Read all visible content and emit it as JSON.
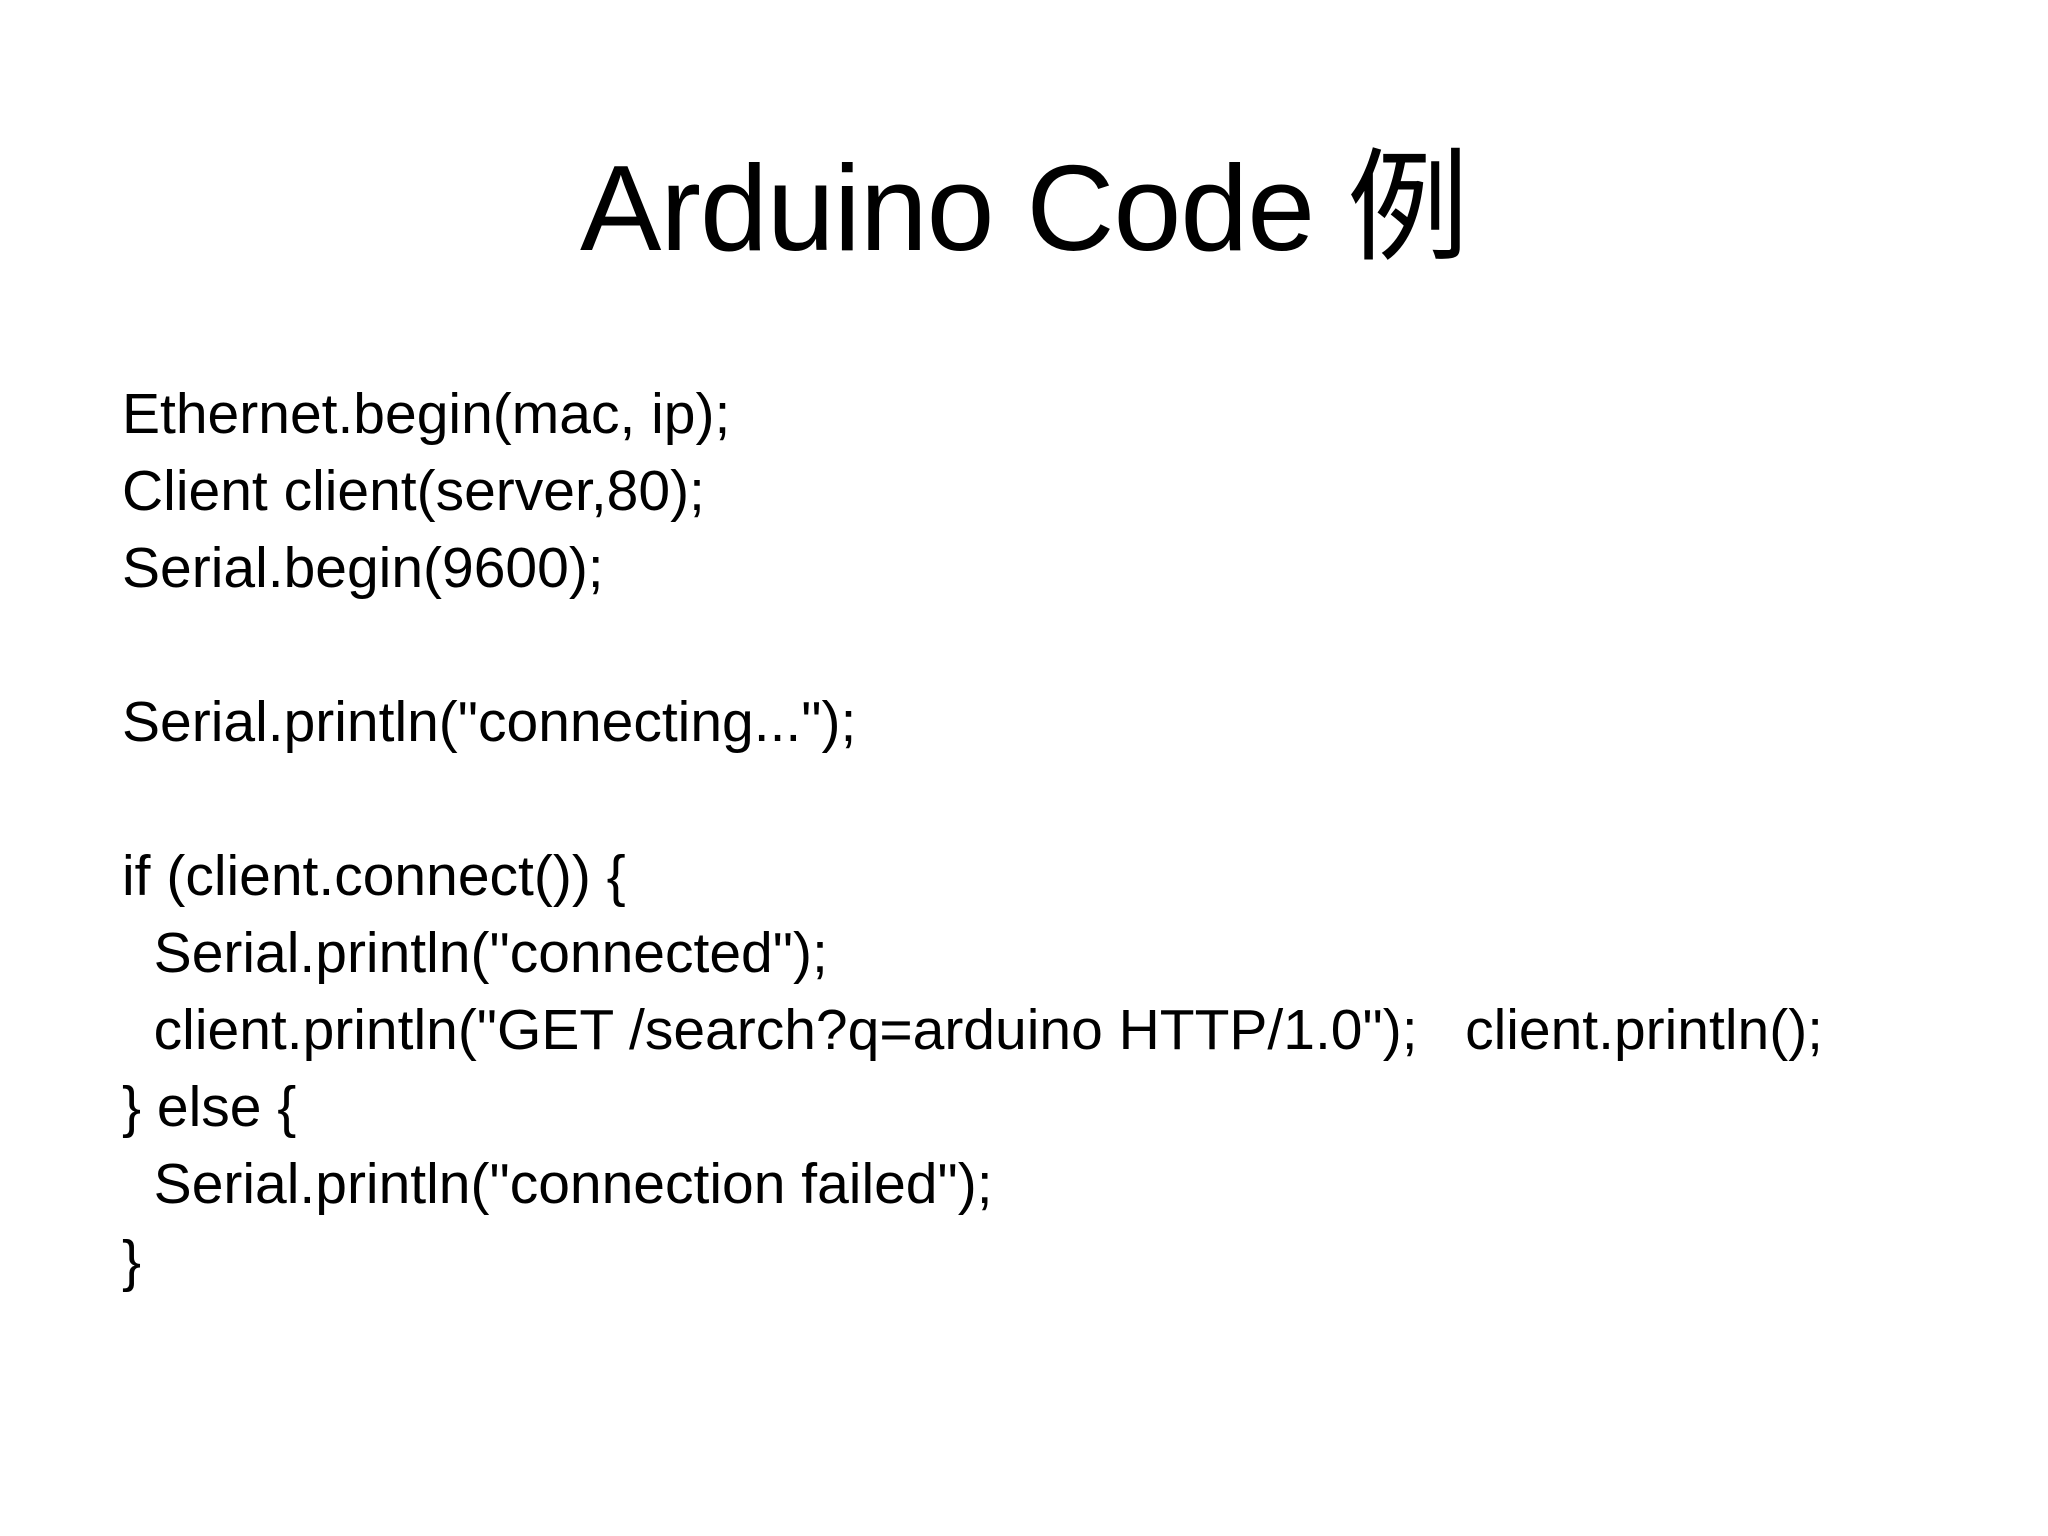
{
  "slide": {
    "title": "Arduino Code 例",
    "background_color": "#ffffff",
    "text_color": "#000000",
    "code_lines": [
      "Ethernet.begin(mac, ip);",
      "Client client(server,80);",
      "Serial.begin(9600);",
      "",
      "Serial.println(\"connecting...\");",
      "",
      "if (client.connect()) {",
      "  Serial.println(\"connected\");",
      "  client.println(\"GET /search?q=arduino HTTP/1.0\");   client.println();",
      "} else {",
      "  Serial.println(\"connection failed\");",
      "}"
    ]
  }
}
